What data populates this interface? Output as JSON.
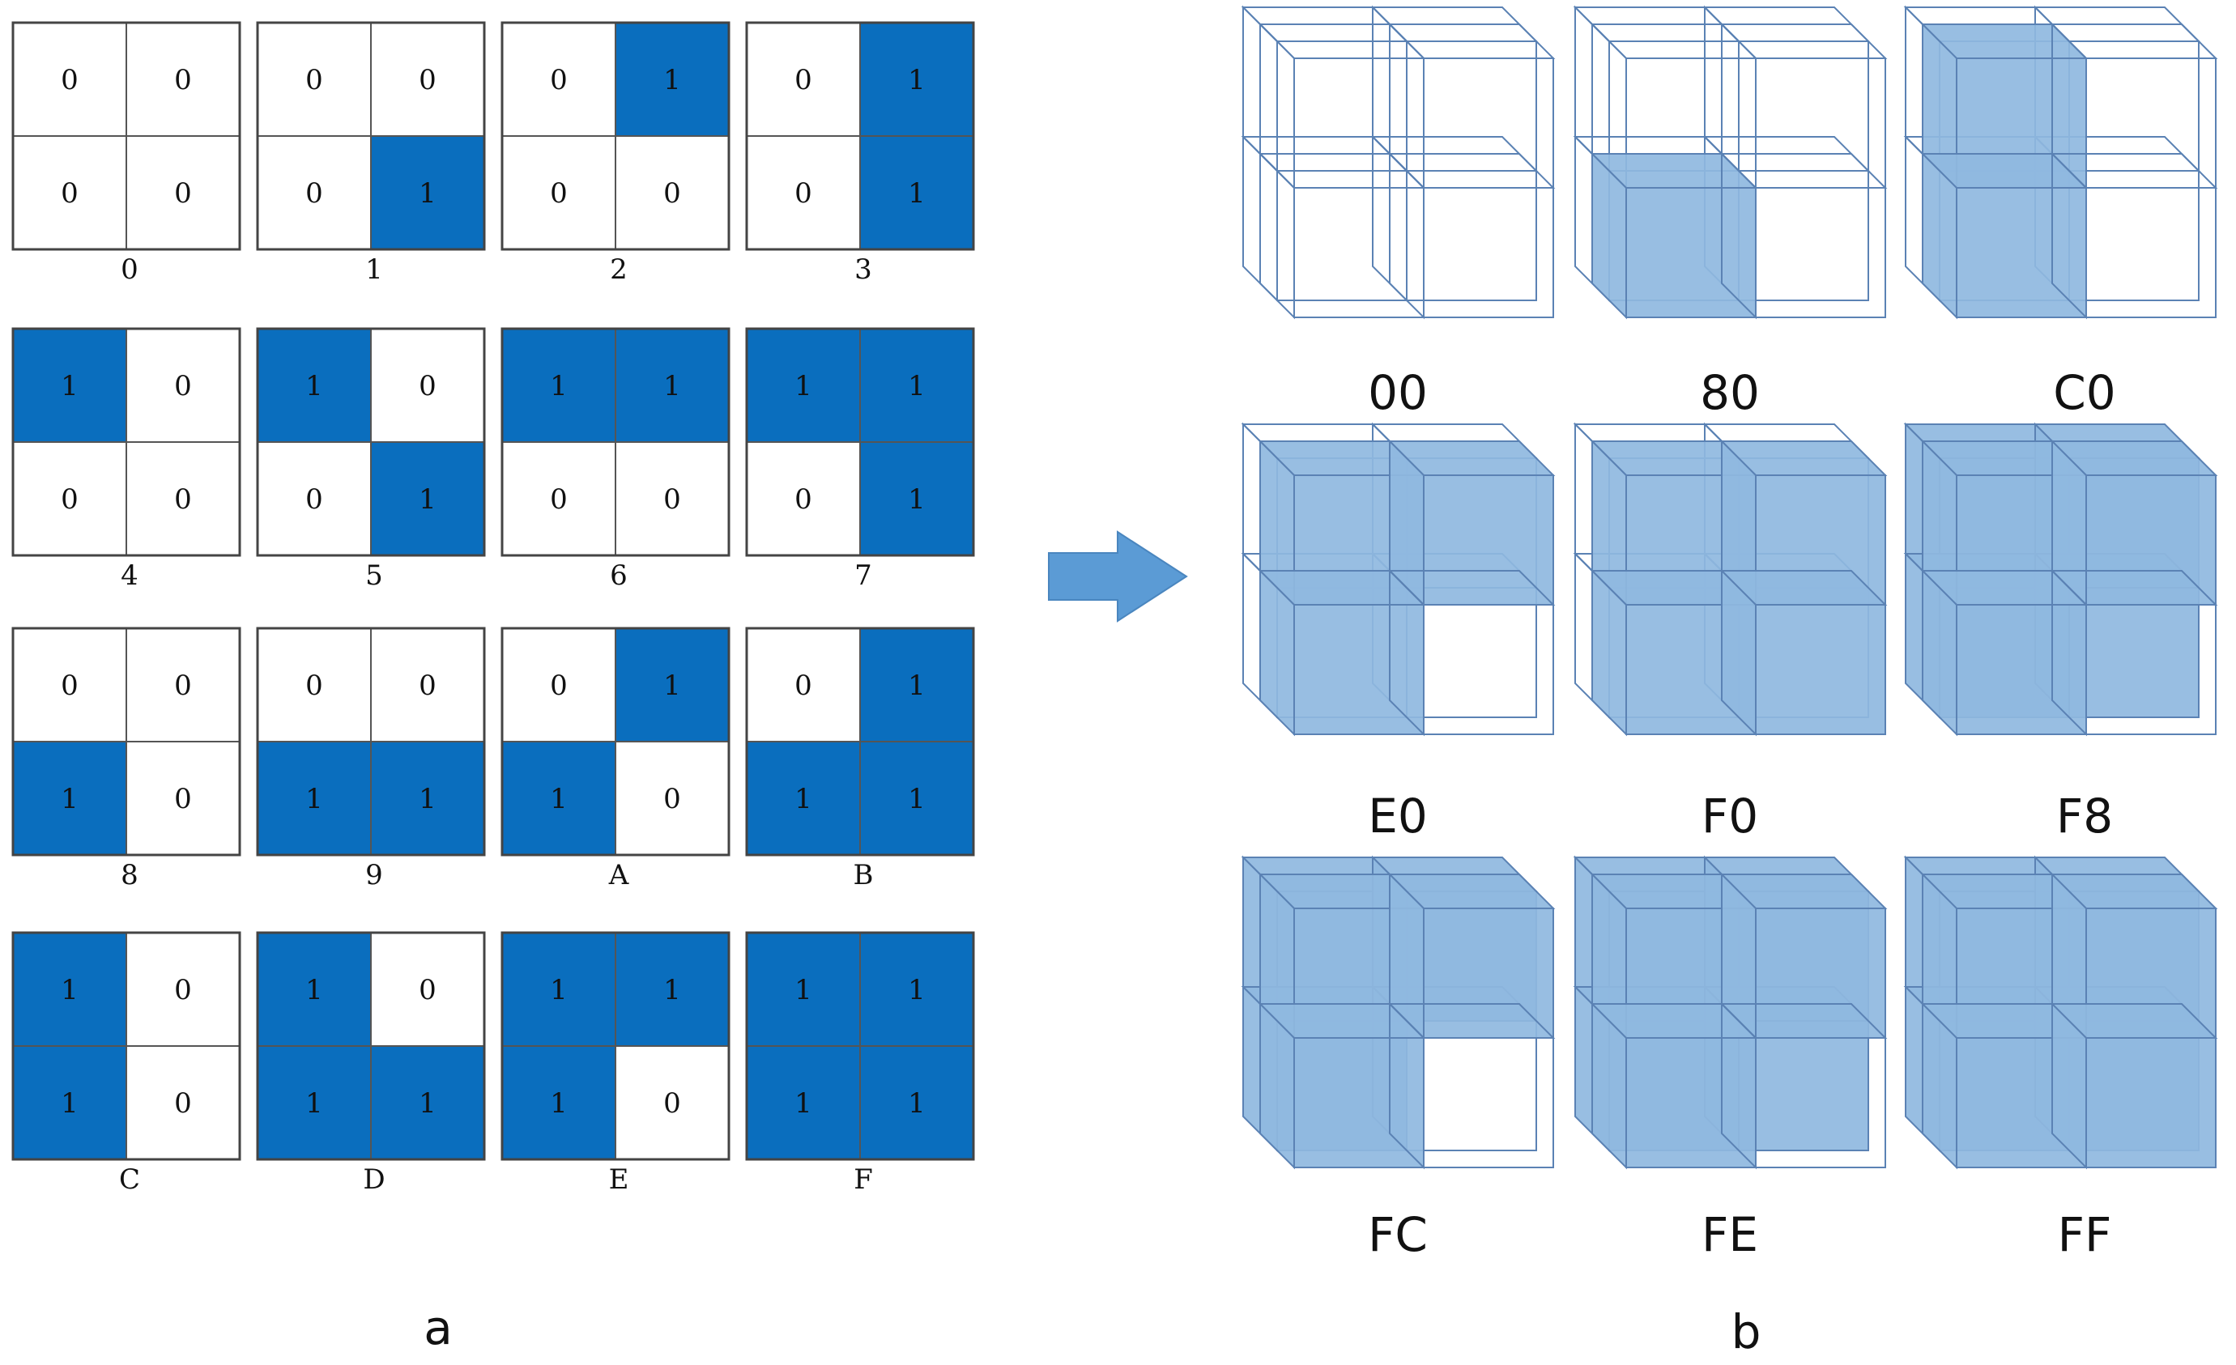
{
  "colors": {
    "filled": "#0a6ebe",
    "empty": "#ffffff",
    "grid_line": "#555555",
    "cube_fill": "#8fb8e0",
    "cube_edge": "#5b82b4",
    "arrow": "#5b9bd5"
  },
  "panel_a": {
    "label": "a",
    "tiles": [
      {
        "label": "0",
        "cells": [
          "0",
          "0",
          "0",
          "0"
        ]
      },
      {
        "label": "1",
        "cells": [
          "0",
          "0",
          "0",
          "1"
        ]
      },
      {
        "label": "2",
        "cells": [
          "0",
          "1",
          "0",
          "0"
        ]
      },
      {
        "label": "3",
        "cells": [
          "0",
          "1",
          "0",
          "1"
        ]
      },
      {
        "label": "4",
        "cells": [
          "1",
          "0",
          "0",
          "0"
        ]
      },
      {
        "label": "5",
        "cells": [
          "1",
          "0",
          "0",
          "1"
        ]
      },
      {
        "label": "6",
        "cells": [
          "1",
          "1",
          "0",
          "0"
        ]
      },
      {
        "label": "7",
        "cells": [
          "1",
          "1",
          "0",
          "1"
        ]
      },
      {
        "label": "8",
        "cells": [
          "0",
          "0",
          "1",
          "0"
        ]
      },
      {
        "label": "9",
        "cells": [
          "0",
          "0",
          "1",
          "1"
        ]
      },
      {
        "label": "A",
        "cells": [
          "0",
          "1",
          "1",
          "0"
        ]
      },
      {
        "label": "B",
        "cells": [
          "0",
          "1",
          "1",
          "1"
        ]
      },
      {
        "label": "C",
        "cells": [
          "1",
          "0",
          "1",
          "0"
        ]
      },
      {
        "label": "D",
        "cells": [
          "1",
          "0",
          "1",
          "1"
        ]
      },
      {
        "label": "E",
        "cells": [
          "1",
          "1",
          "1",
          "0"
        ]
      },
      {
        "label": "F",
        "cells": [
          "1",
          "1",
          "1",
          "1"
        ]
      }
    ]
  },
  "panel_b": {
    "label": "b",
    "cubes": [
      {
        "label": "00",
        "filled": [
          0,
          0,
          0,
          0,
          0,
          0,
          0,
          0
        ]
      },
      {
        "label": "80",
        "filled": [
          0,
          0,
          1,
          0,
          0,
          0,
          0,
          0
        ]
      },
      {
        "label": "C0",
        "filled": [
          1,
          0,
          1,
          0,
          0,
          0,
          0,
          0
        ]
      },
      {
        "label": "E0",
        "filled": [
          1,
          1,
          1,
          0,
          0,
          0,
          0,
          0
        ]
      },
      {
        "label": "F0",
        "filled": [
          1,
          1,
          1,
          1,
          0,
          0,
          0,
          0
        ]
      },
      {
        "label": "F8",
        "filled": [
          1,
          1,
          1,
          0,
          1,
          1,
          1,
          1
        ]
      },
      {
        "label": "FC",
        "filled": [
          1,
          1,
          1,
          0,
          1,
          1,
          1,
          0
        ]
      },
      {
        "label": "FE",
        "filled": [
          1,
          1,
          1,
          0,
          1,
          1,
          1,
          1
        ]
      },
      {
        "label": "FF",
        "filled": [
          1,
          1,
          1,
          1,
          1,
          1,
          1,
          1
        ]
      }
    ]
  }
}
